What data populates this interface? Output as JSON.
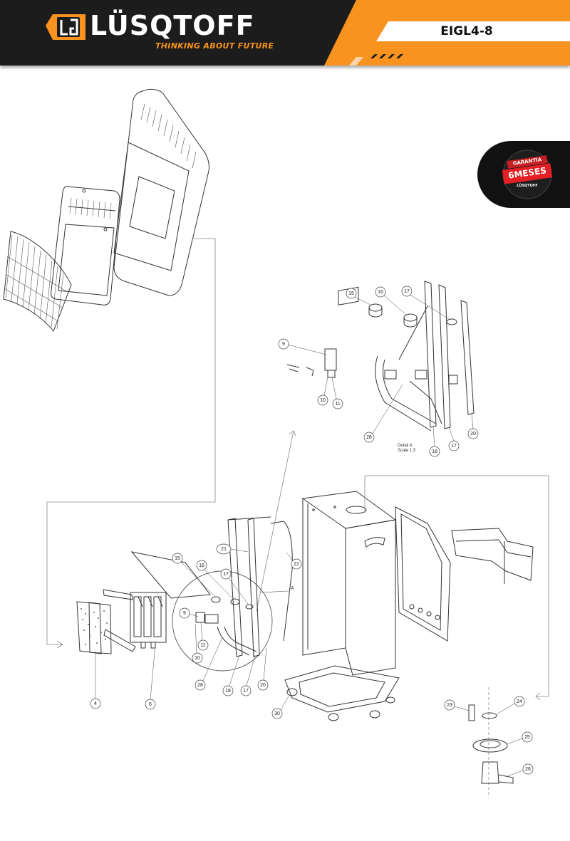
{
  "header": {
    "brand": "LÜSQTOFF",
    "tagline": "THINKING ABOUT FUTURE",
    "model": "EIGL4-8",
    "colors": {
      "orange": "#f7931e",
      "dark": "#1c1c1c"
    }
  },
  "warranty_badge": {
    "top_text": "GARANTÍA",
    "months": "6MESES",
    "brand": "LÜSQTOFF"
  },
  "detail_note": {
    "line1": "Detail A",
    "line2": "Scale 1:3"
  },
  "detail_marker": "A",
  "callouts": [
    {
      "id": "c15d",
      "label": "15"
    },
    {
      "id": "c16d",
      "label": "16"
    },
    {
      "id": "c17d",
      "label": "17"
    },
    {
      "id": "c9d",
      "label": "9"
    },
    {
      "id": "c10d",
      "label": "10"
    },
    {
      "id": "c11d",
      "label": "11"
    },
    {
      "id": "c28d",
      "label": "28"
    },
    {
      "id": "c18d",
      "label": "18"
    },
    {
      "id": "c19d",
      "label": "17"
    },
    {
      "id": "c20d",
      "label": "20"
    },
    {
      "id": "c21",
      "label": "21"
    },
    {
      "id": "c22",
      "label": "22"
    },
    {
      "id": "c15",
      "label": "15"
    },
    {
      "id": "c16",
      "label": "16"
    },
    {
      "id": "c17",
      "label": "17"
    },
    {
      "id": "c9",
      "label": "9"
    },
    {
      "id": "c11",
      "label": "11"
    },
    {
      "id": "c10",
      "label": "10"
    },
    {
      "id": "c28",
      "label": "28"
    },
    {
      "id": "c18",
      "label": "18"
    },
    {
      "id": "c19",
      "label": "17"
    },
    {
      "id": "c20",
      "label": "20"
    },
    {
      "id": "c4",
      "label": "4"
    },
    {
      "id": "c6",
      "label": "6"
    },
    {
      "id": "c30",
      "label": "30"
    },
    {
      "id": "c23",
      "label": "23"
    },
    {
      "id": "c24",
      "label": "24"
    },
    {
      "id": "c25",
      "label": "25"
    },
    {
      "id": "c26",
      "label": "26"
    }
  ]
}
